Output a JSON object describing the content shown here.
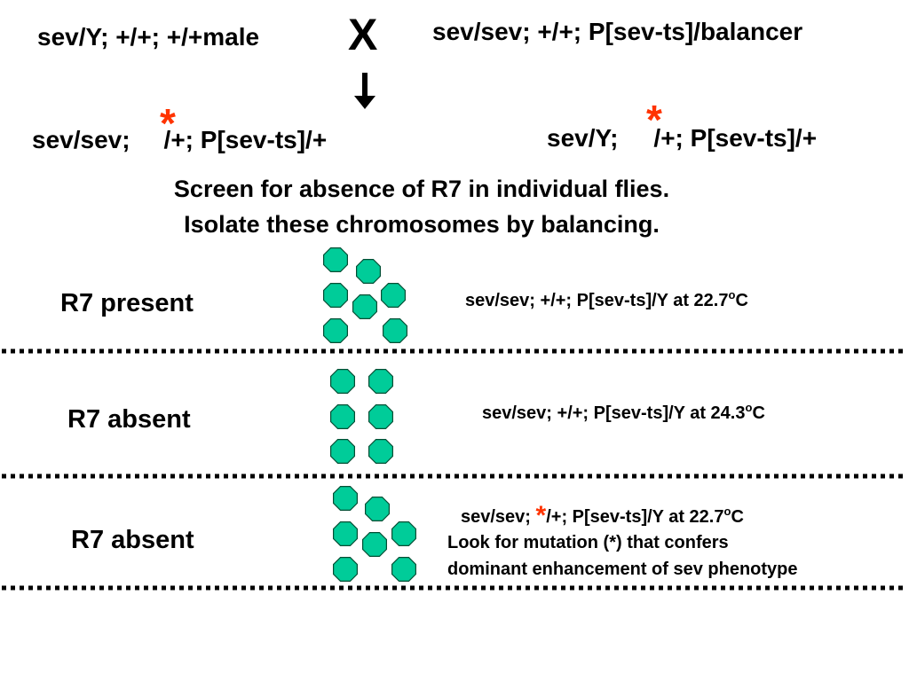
{
  "colors": {
    "text": "#000000",
    "star": "#ff3300",
    "cell_fill": "#00cc99",
    "cell_stroke": "#004d33"
  },
  "cross": {
    "left_parent": "sev/Y; +/+; +/+male",
    "cross_symbol": "X",
    "right_parent": "sev/sev; +/+; P[sev-ts]/balancer"
  },
  "progeny": {
    "left_a": "sev/sev;",
    "left_b": "/+; P[sev-ts]/+",
    "right_a": "sev/Y;",
    "right_b": "/+; P[sev-ts]/+",
    "mutation_mark": "*"
  },
  "instructions": {
    "line1": "Screen for absence of R7 in individual flies.",
    "line2": "Isolate these chromosomes by balancing."
  },
  "rows": [
    {
      "label": "R7 present",
      "genotype_a": "sev/sev; +/+; P[sev-ts]/Y at 22.7",
      "degree_mark": "o",
      "genotype_b": "C"
    },
    {
      "label": "R7 absent",
      "genotype_a": "sev/sev; +/+; P[sev-ts]/Y at 24.3",
      "degree_mark": "o",
      "genotype_b": "C"
    },
    {
      "label": "R7 absent",
      "genotype_pre": "sev/sev; ",
      "mutation_mark": "*",
      "genotype_a": "/+; P[sev-ts]/Y at 22.7",
      "degree_mark": "o",
      "genotype_b": "C",
      "note_line1": "Look for mutation (*) that confers",
      "note_line2": "dominant enhancement of sev phenotype"
    }
  ]
}
